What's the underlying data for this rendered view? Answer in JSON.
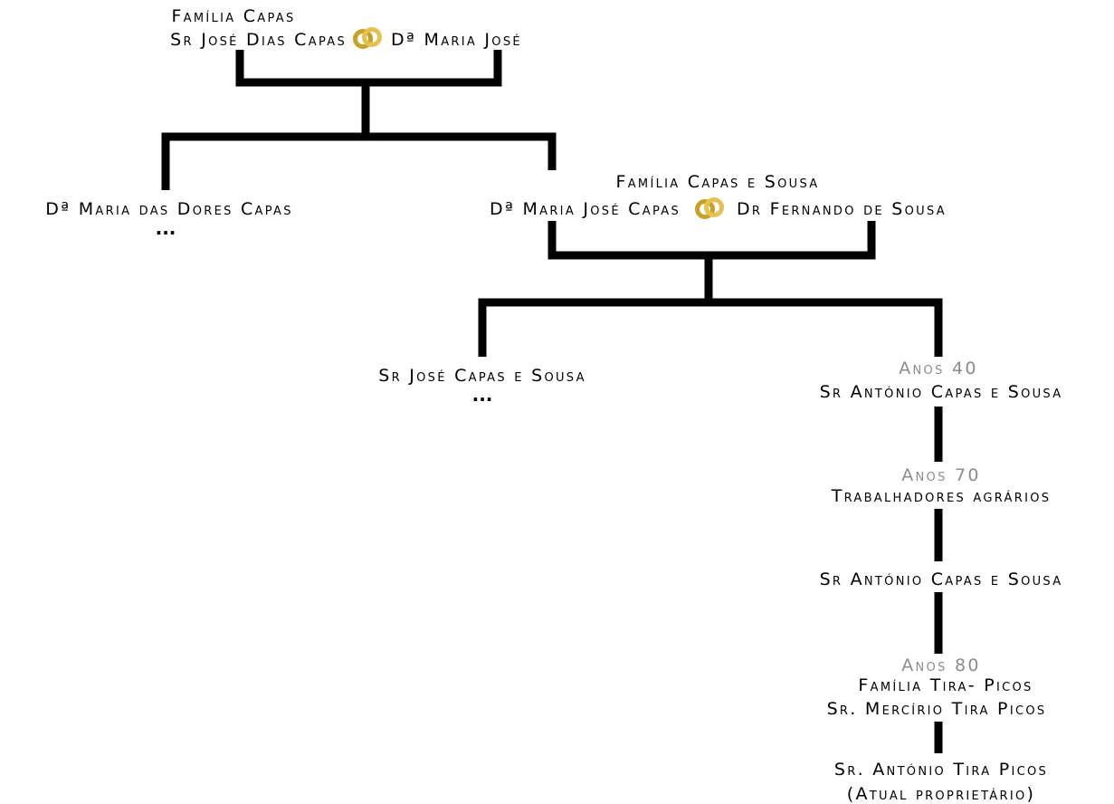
{
  "root": {
    "family": "Família Capas",
    "husband": "Sr José Dias Capas",
    "wife": "Dª Maria José"
  },
  "gen2": {
    "left": {
      "name": "Dª Maria das Dores Capas",
      "continuation": "..."
    },
    "right": {
      "family": "Família Capas e Sousa",
      "spouse_a": "Dª Maria José Capas",
      "spouse_b": "Dr Fernando de Sousa"
    }
  },
  "gen3": {
    "left": {
      "name": "Sr José Capas e Sousa",
      "continuation": "..."
    },
    "right": {
      "era": "Anos 40",
      "name": "Sr António Capas e Sousa"
    }
  },
  "chain": [
    {
      "era": "Anos 70",
      "name": "Trabalhadores agrários"
    },
    {
      "name": "Sr António Capas e Sousa"
    },
    {
      "era": "Anos 80",
      "family": "Família Tira- Picos",
      "name": "Sr. Mercírio Tira Picos"
    },
    {
      "name": "Sr. António Tira Picos",
      "note": "(Atual proprietário)"
    }
  ],
  "colors": {
    "text": "#000000",
    "era_text": "#8c8c8c",
    "lines": "#000000",
    "rings": "#d4ae3a"
  },
  "icons": {
    "marriage": "wedding-rings-icon"
  }
}
